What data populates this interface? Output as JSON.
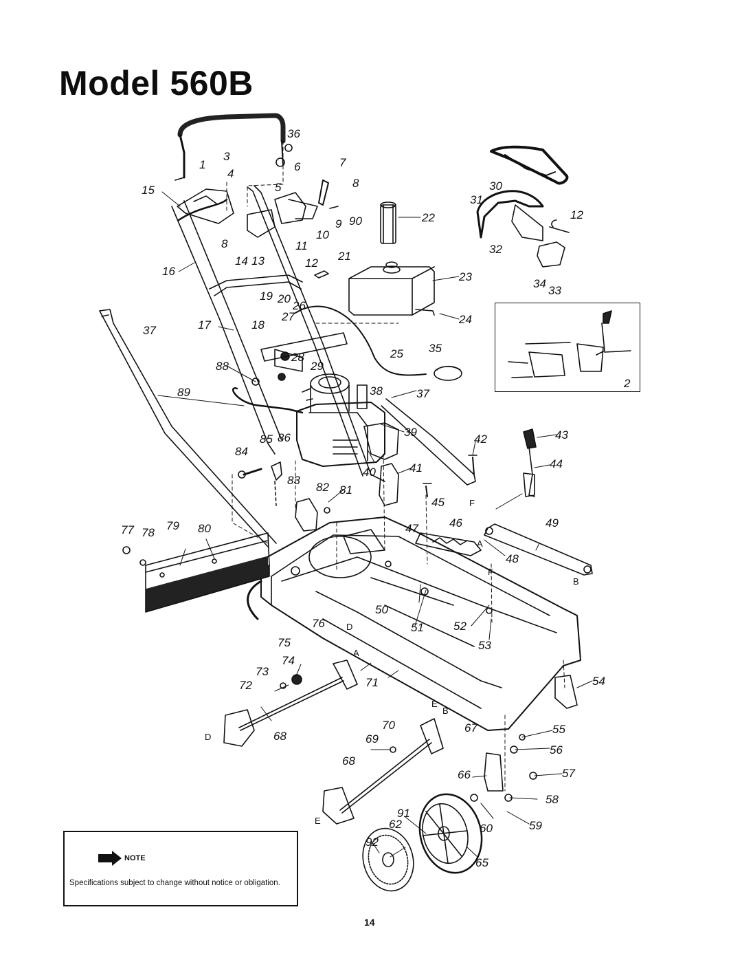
{
  "page": {
    "title": "Model 560B",
    "page_number": "14"
  },
  "note": {
    "label": "NOTE",
    "text": "Specifications subject to change without notice or obligation."
  },
  "inset": {
    "label": "2"
  },
  "callouts": [
    {
      "id": "c1",
      "label": "36"
    },
    {
      "id": "c2",
      "label": "3"
    },
    {
      "id": "c3",
      "label": "1"
    },
    {
      "id": "c4",
      "label": "4"
    },
    {
      "id": "c5",
      "label": "6"
    },
    {
      "id": "c6",
      "label": "7"
    },
    {
      "id": "c7",
      "label": "5"
    },
    {
      "id": "c8",
      "label": "8"
    },
    {
      "id": "c9",
      "label": "15"
    },
    {
      "id": "c10",
      "label": "9"
    },
    {
      "id": "c11",
      "label": "90"
    },
    {
      "id": "c12",
      "label": "10"
    },
    {
      "id": "c13",
      "label": "8"
    },
    {
      "id": "c14",
      "label": "11"
    },
    {
      "id": "c15",
      "label": "14"
    },
    {
      "id": "c16",
      "label": "13"
    },
    {
      "id": "c17",
      "label": "12"
    },
    {
      "id": "c18",
      "label": "21"
    },
    {
      "id": "c19",
      "label": "16"
    },
    {
      "id": "c20",
      "label": "19"
    },
    {
      "id": "c21",
      "label": "20"
    },
    {
      "id": "c22",
      "label": "26"
    },
    {
      "id": "c23",
      "label": "22"
    },
    {
      "id": "c24",
      "label": "23"
    },
    {
      "id": "c25",
      "label": "24"
    },
    {
      "id": "c26",
      "label": "17"
    },
    {
      "id": "c27",
      "label": "18"
    },
    {
      "id": "c28",
      "label": "27"
    },
    {
      "id": "c29",
      "label": "37"
    },
    {
      "id": "c30",
      "label": "28"
    },
    {
      "id": "c31",
      "label": "29"
    },
    {
      "id": "c32",
      "label": "25"
    },
    {
      "id": "c33",
      "label": "35"
    },
    {
      "id": "c34",
      "label": "88"
    },
    {
      "id": "c35",
      "label": "89"
    },
    {
      "id": "c36",
      "label": "38"
    },
    {
      "id": "c37",
      "label": "37"
    },
    {
      "id": "c38",
      "label": "39"
    },
    {
      "id": "c39",
      "label": "30"
    },
    {
      "id": "c40",
      "label": "31"
    },
    {
      "id": "c41",
      "label": "12"
    },
    {
      "id": "c42",
      "label": "32"
    },
    {
      "id": "c43",
      "label": "34"
    },
    {
      "id": "c44",
      "label": "33"
    },
    {
      "id": "c45",
      "label": "85"
    },
    {
      "id": "c46",
      "label": "86"
    },
    {
      "id": "c47",
      "label": "84"
    },
    {
      "id": "c48",
      "label": "83"
    },
    {
      "id": "c49",
      "label": "82"
    },
    {
      "id": "c50",
      "label": "81"
    },
    {
      "id": "c51",
      "label": "40"
    },
    {
      "id": "c52",
      "label": "41"
    },
    {
      "id": "c53",
      "label": "42"
    },
    {
      "id": "c54",
      "label": "43"
    },
    {
      "id": "c55",
      "label": "44"
    },
    {
      "id": "c56",
      "label": "45"
    },
    {
      "id": "c57",
      "label": "F"
    },
    {
      "id": "c58",
      "label": "47"
    },
    {
      "id": "c59",
      "label": "46"
    },
    {
      "id": "c60",
      "label": "49"
    },
    {
      "id": "c61",
      "label": "A"
    },
    {
      "id": "c62",
      "label": "48"
    },
    {
      "id": "c63",
      "label": "F"
    },
    {
      "id": "c64",
      "label": "B"
    },
    {
      "id": "c65",
      "label": "77"
    },
    {
      "id": "c66",
      "label": "78"
    },
    {
      "id": "c67",
      "label": "79"
    },
    {
      "id": "c68",
      "label": "80"
    },
    {
      "id": "c69",
      "label": "50"
    },
    {
      "id": "c70",
      "label": "51"
    },
    {
      "id": "c71",
      "label": "52"
    },
    {
      "id": "c72",
      "label": "53"
    },
    {
      "id": "c73",
      "label": "76"
    },
    {
      "id": "c74",
      "label": "D"
    },
    {
      "id": "c75",
      "label": "75"
    },
    {
      "id": "c76",
      "label": "A"
    },
    {
      "id": "c77",
      "label": "74"
    },
    {
      "id": "c78",
      "label": "73"
    },
    {
      "id": "c79",
      "label": "72"
    },
    {
      "id": "c80",
      "label": "71"
    },
    {
      "id": "c81",
      "label": "54"
    },
    {
      "id": "c82",
      "label": "E"
    },
    {
      "id": "c83",
      "label": "B"
    },
    {
      "id": "c84",
      "label": "70"
    },
    {
      "id": "c85",
      "label": "67"
    },
    {
      "id": "c86",
      "label": "55"
    },
    {
      "id": "c87",
      "label": "D"
    },
    {
      "id": "c88",
      "label": "68"
    },
    {
      "id": "c89",
      "label": "69"
    },
    {
      "id": "c90",
      "label": "56"
    },
    {
      "id": "c91",
      "label": "68"
    },
    {
      "id": "c92",
      "label": "66"
    },
    {
      "id": "c93",
      "label": "57"
    },
    {
      "id": "c94",
      "label": "58"
    },
    {
      "id": "c95",
      "label": "E"
    },
    {
      "id": "c96",
      "label": "91"
    },
    {
      "id": "c97",
      "label": "62"
    },
    {
      "id": "c98",
      "label": "60"
    },
    {
      "id": "c99",
      "label": "59"
    },
    {
      "id": "c100",
      "label": "92"
    },
    {
      "id": "c101",
      "label": "65"
    }
  ]
}
